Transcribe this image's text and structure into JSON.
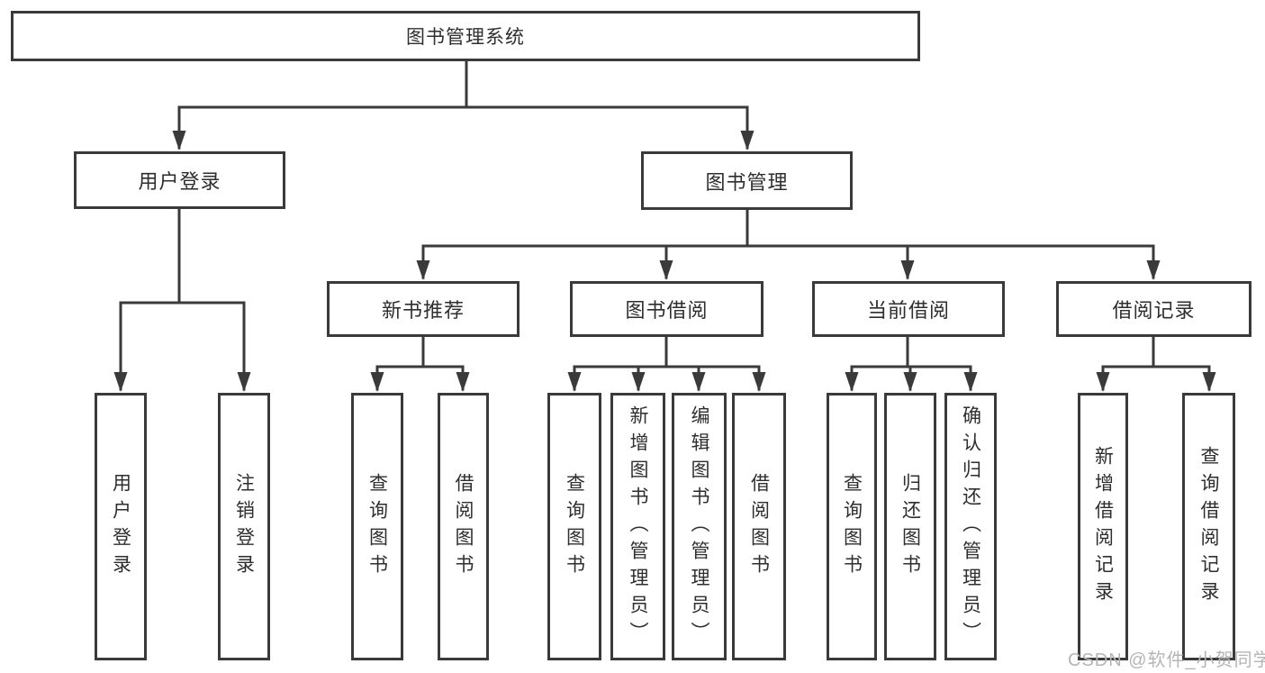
{
  "colors": {
    "line": "#3a3a3a",
    "box_border": "#3a3a3a",
    "text": "#2e2e2e",
    "background": "#ffffff",
    "watermark": "#b5b5b5"
  },
  "tree": {
    "root": {
      "label": "图书管理系统"
    },
    "children": [
      {
        "label": "用户登录",
        "children": [
          {
            "label": "用户登录"
          },
          {
            "label": "注销登录"
          }
        ]
      },
      {
        "label": "图书管理",
        "children": [
          {
            "label": "新书推荐",
            "children": [
              {
                "label": "查询图书"
              },
              {
                "label": "借阅图书"
              }
            ]
          },
          {
            "label": "图书借阅",
            "children": [
              {
                "label": "查询图书"
              },
              {
                "label": "新增图书（管理员）"
              },
              {
                "label": "编辑图书（管理员）"
              },
              {
                "label": "借阅图书"
              }
            ]
          },
          {
            "label": "当前借阅",
            "children": [
              {
                "label": "查询图书"
              },
              {
                "label": "归还图书"
              },
              {
                "label": "确认归还（管理员）"
              }
            ]
          },
          {
            "label": "借阅记录",
            "children": [
              {
                "label": "新增借阅记录"
              },
              {
                "label": "查询借阅记录"
              }
            ]
          }
        ]
      }
    ]
  },
  "watermark": {
    "text": "CSDN @软件_小贺同学"
  }
}
